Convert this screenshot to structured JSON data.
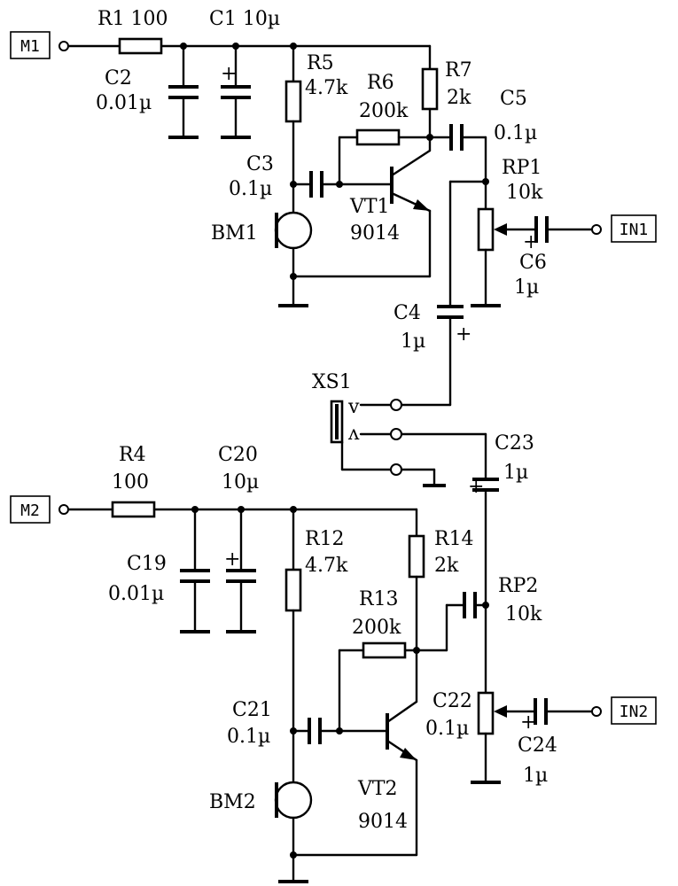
{
  "ports": {
    "m1": "M1",
    "m2": "M2",
    "in1": "IN1",
    "in2": "IN2"
  },
  "components": {
    "r1": "R1 100",
    "c1": "C1 10µ",
    "c2_name": "C2",
    "c2_val": "0.01µ",
    "r5_name": "R5",
    "r5_val": "4.7k",
    "r6_name": "R6",
    "r6_val": "200k",
    "r7_name": "R7",
    "r7_val": "2k",
    "c5_name": "C5",
    "c5_val": "0.1µ",
    "c3_name": "C3",
    "c3_val": "0.1µ",
    "vt1_name": "VT1",
    "vt1_val": "9014",
    "bm1": "BM1",
    "rp1_name": "RP1",
    "rp1_val": "10k",
    "c6_name": "C6",
    "c6_val": "1µ",
    "c4_name": "C4",
    "c4_val": "1µ",
    "xs1": "XS1",
    "r4_name": "R4",
    "r4_val": "100",
    "c20_name": "C20",
    "c20_val": "10µ",
    "c19_name": "C19",
    "c19_val": "0.01µ",
    "r12_name": "R12",
    "r12_val": "4.7k",
    "r14_name": "R14",
    "r14_val": "2k",
    "r13_name": "R13",
    "r13_val": "200k",
    "c23_name": "C23",
    "c23_val": "1µ",
    "rp2_name": "RP2",
    "rp2_val": "10k",
    "c21_name": "C21",
    "c21_val": "0.1µ",
    "c22_name": "C22",
    "c22_val": "0.1µ",
    "c24_name": "C24",
    "c24_val": "1µ",
    "bm2": "BM2",
    "vt2_name": "VT2",
    "vt2_val": "9014"
  },
  "polarity": {
    "plus": "+",
    "jack_tip": "v",
    "jack_ring": "ʌ"
  }
}
